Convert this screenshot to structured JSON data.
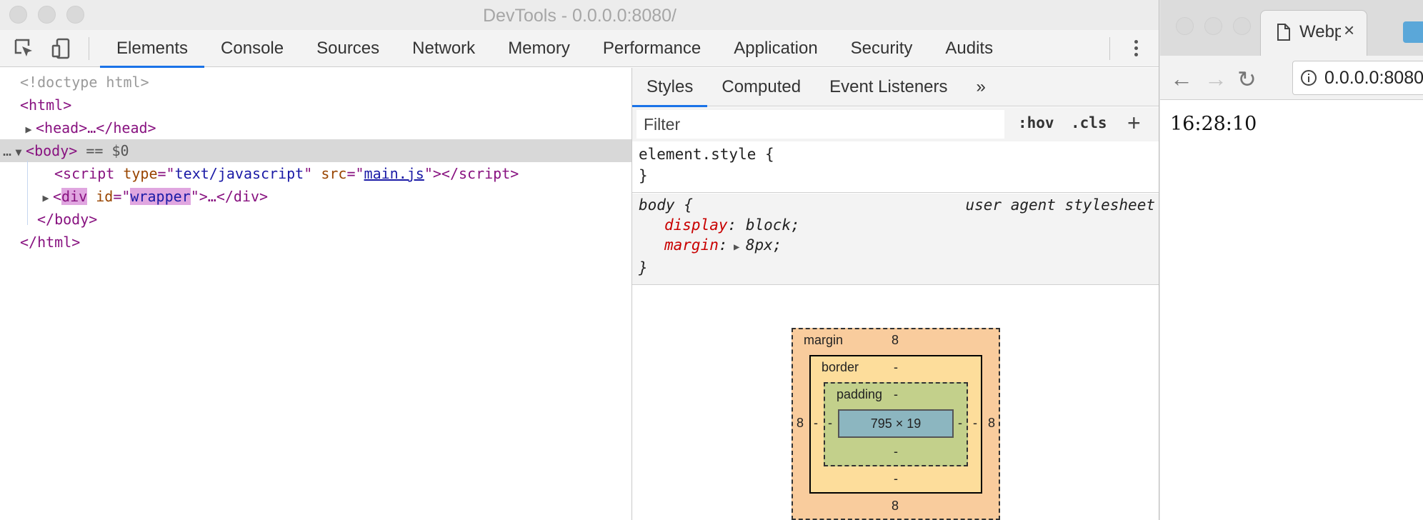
{
  "devtools": {
    "window_title": "DevTools - 0.0.0.0:8080/",
    "tabs": [
      "Elements",
      "Console",
      "Sources",
      "Network",
      "Memory",
      "Performance",
      "Application",
      "Security",
      "Audits"
    ],
    "active_tab": "Elements"
  },
  "dom": {
    "doctype": "<!doctype html>",
    "html_open": "<html>",
    "head_collapsed": "<head>…</head>",
    "body_open": "<body>",
    "body_marker": " == $0",
    "script_type": "text/javascript",
    "script_src": "main.js",
    "div_id": "wrapper",
    "body_close": "</body>",
    "html_close": "</html>"
  },
  "sidebar": {
    "tabs": [
      "Styles",
      "Computed",
      "Event Listeners"
    ],
    "more": "»",
    "filter_placeholder": "Filter",
    "hov": ":hov",
    "cls": ".cls",
    "plus": "+",
    "rule1_selector": "element.style {",
    "rule1_close": "}",
    "rule2_selector": "body {",
    "rule2_source": "user agent stylesheet",
    "rule2_decls": [
      {
        "prop": "display",
        "value": "block;"
      },
      {
        "prop": "margin",
        "value": "8px;"
      }
    ],
    "rule2_close": "}"
  },
  "box_model": {
    "margin_label": "margin",
    "margin_top": "8",
    "margin_bottom": "8",
    "margin_left": "8",
    "margin_right": "8",
    "border_label": "border",
    "border_top": "-",
    "border_bottom": "-",
    "border_left": "-",
    "border_right": "-",
    "padding_label": "padding",
    "padding_top": "-",
    "padding_bottom": "-",
    "padding_left": "-",
    "padding_right": "-",
    "content_size": "795 × 19"
  },
  "browser": {
    "tab_title": "Webpage",
    "address": "0.0.0.0:8080",
    "page_text": "16:28:10"
  }
}
